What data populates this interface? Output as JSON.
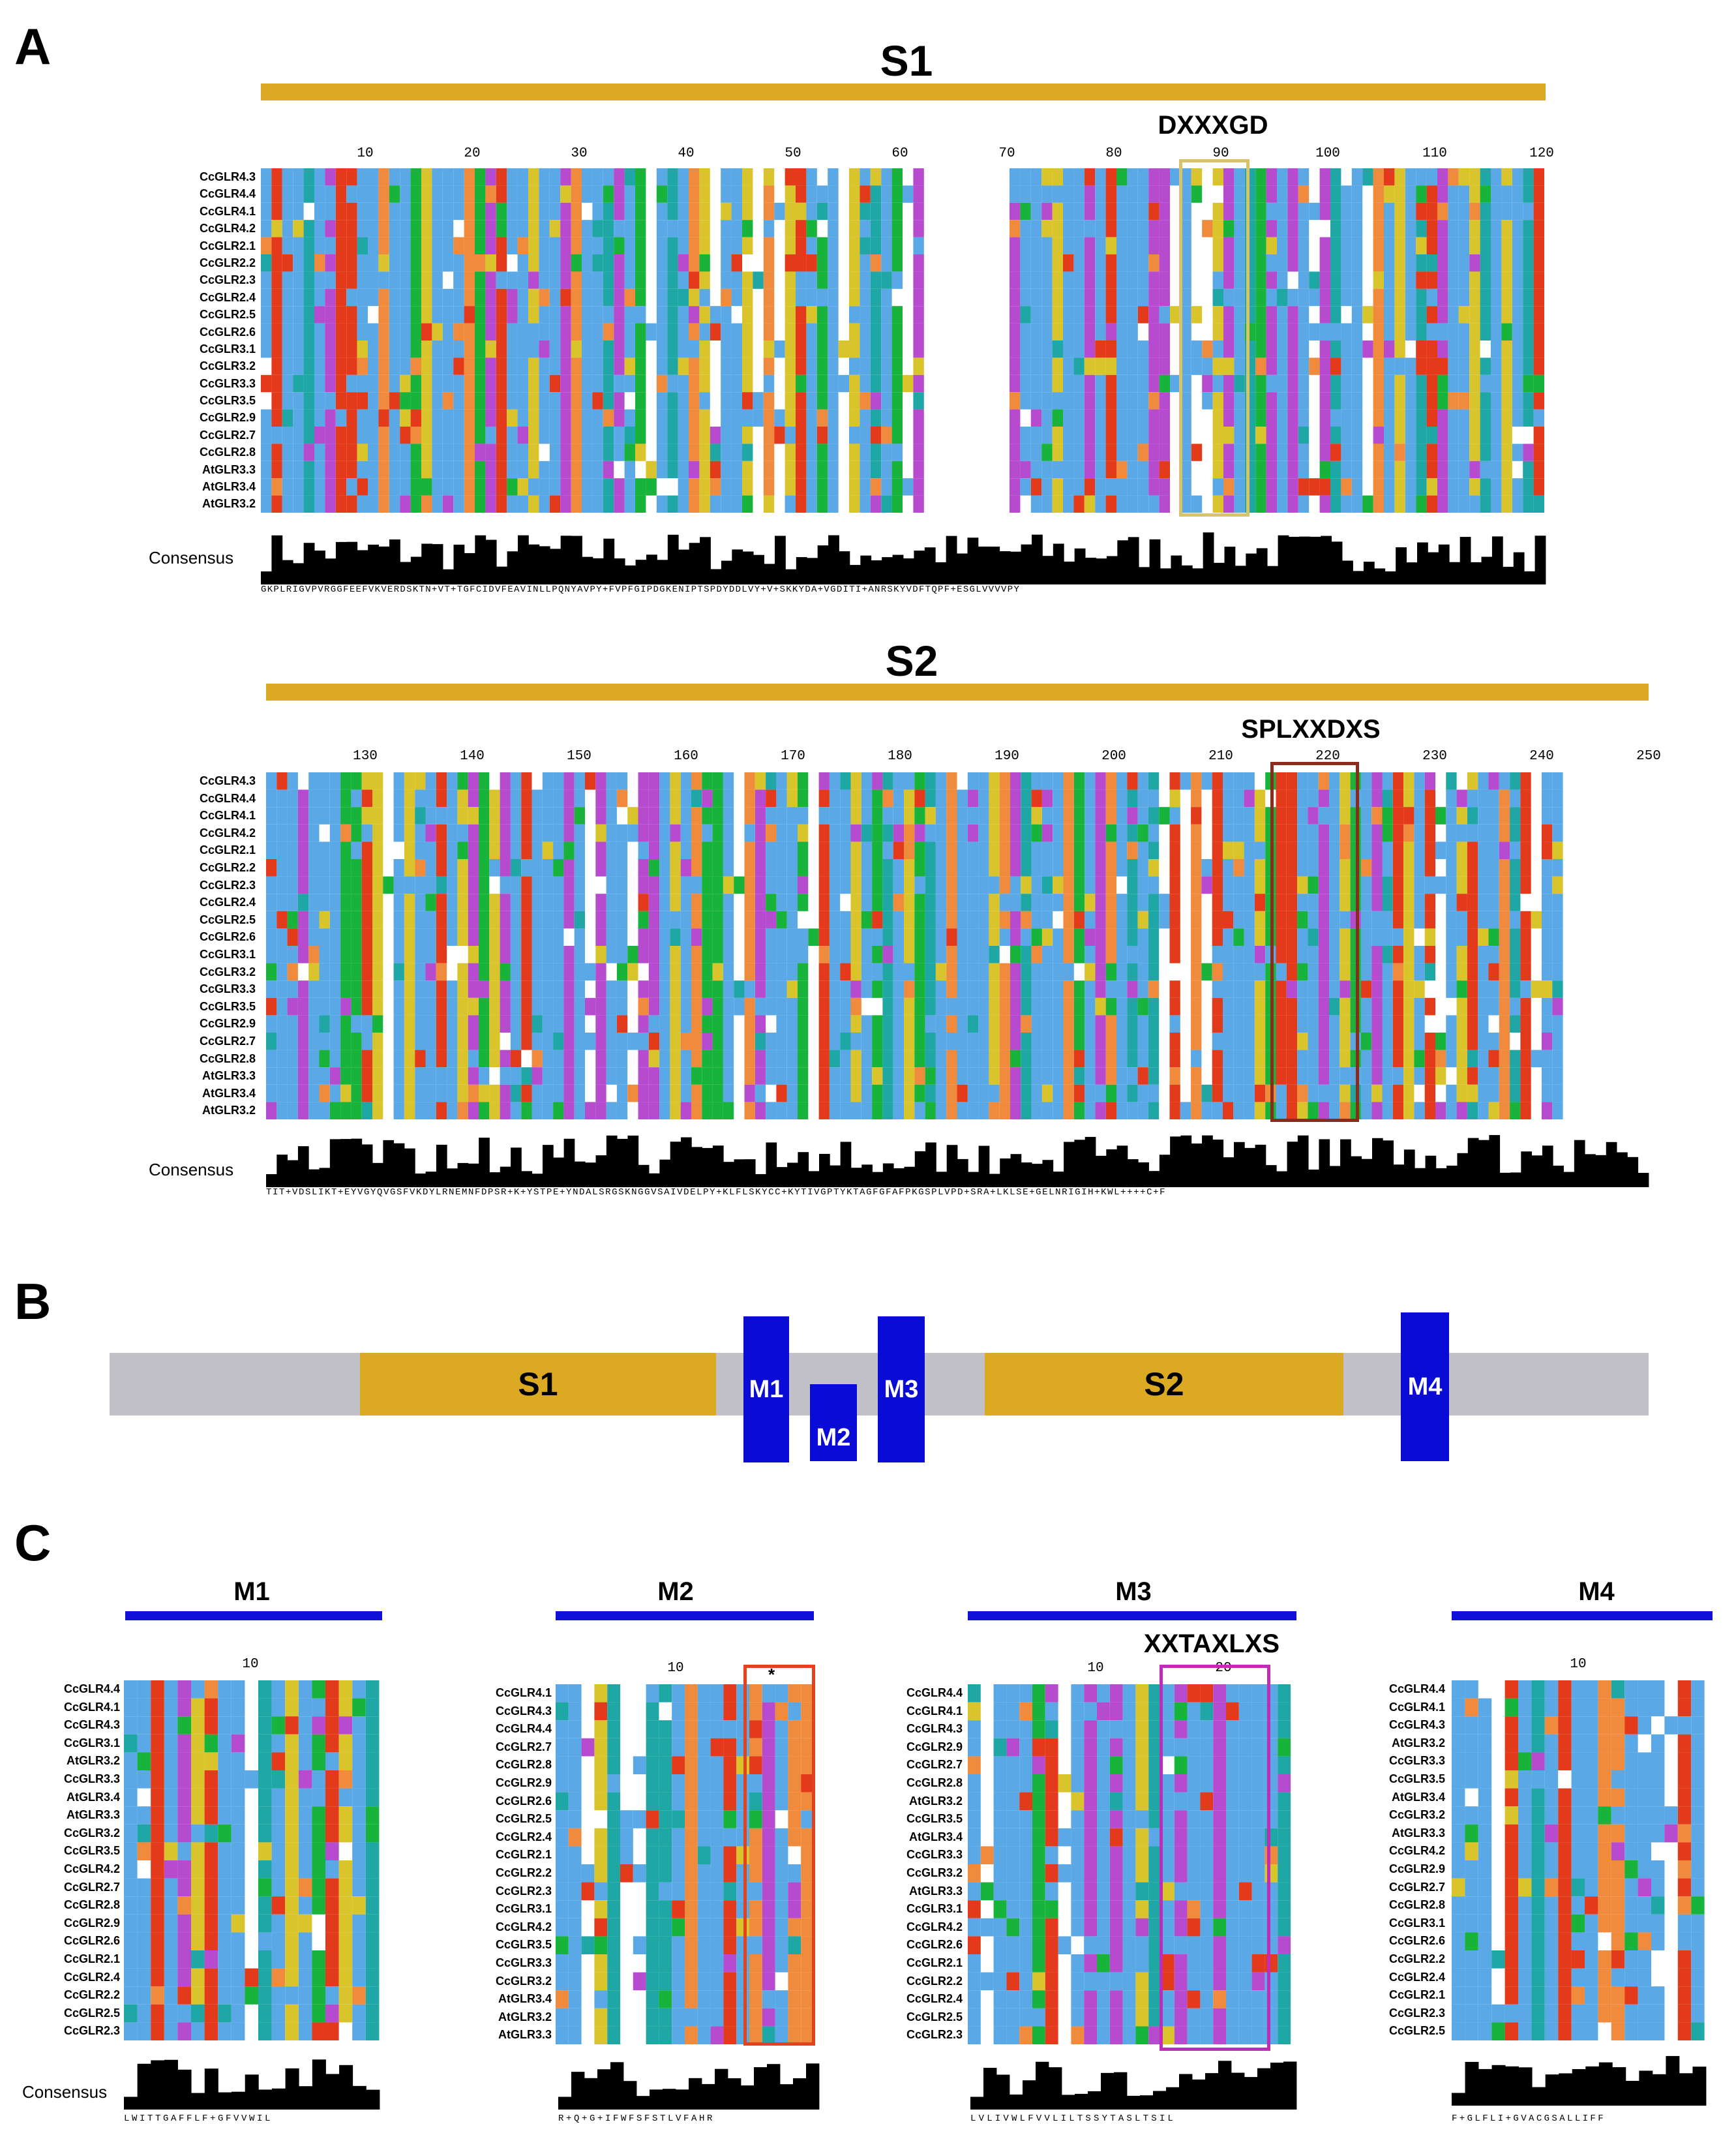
{
  "panels": {
    "a": "A",
    "b": "B",
    "c": "C"
  },
  "colors": {
    "gold": "#dbaa22",
    "blue_tm": "#0b0bd6",
    "gray_bar": "#c0c0c6",
    "motif_box_s1": "#d6c36a",
    "motif_box_s2": "#8b2b1b",
    "motif_box_m2": "#e2431c",
    "motif_box_m3": "#c02cb8",
    "residue_hydrophobic": "#5aa9e6",
    "residue_positive": "#e33a1b",
    "residue_negative": "#b64bd0",
    "residue_polar": "#17b33a",
    "residue_gly": "#f08a3c",
    "residue_pro": "#d9c52b",
    "residue_aromatic": "#1fa7a6"
  },
  "S1": {
    "title": "S1",
    "motif": "DXXXGD",
    "ruler": [
      "10",
      "20",
      "30",
      "40",
      "50",
      "60",
      "70",
      "80",
      "90",
      "100",
      "110",
      "120"
    ],
    "names": [
      "CcGLR4.3",
      "CcGLR4.4",
      "CcGLR4.1",
      "CcGLR4.2",
      "CcGLR2.1",
      "CcGLR2.2",
      "CcGLR2.3",
      "CcGLR2.4",
      "CcGLR2.5",
      "CcGLR2.6",
      "CcGLR3.1",
      "CcGLR3.2",
      "CcGLR3.3",
      "CcGLR3.5",
      "CcGLR2.9",
      "CcGLR2.7",
      "CcGLR2.8",
      "AtGLR3.3",
      "AtGLR3.4",
      "AtGLR3.2"
    ],
    "consensus_label": "Consensus",
    "consensus": "GKPLRIGVPVRGGFEEFVKVERDSKTN+VT+TGFCIDVFEAVINLLPQNYAVPY+FVPFGIPDGKENIPTSPDYDDLVY+V+SKKYDA+VGDITI+ANRSKYVDFTQPF+ESGLVVVVPY"
  },
  "S2": {
    "title": "S2",
    "motif": "SPLXXDXS",
    "ruler": [
      "130",
      "140",
      "150",
      "160",
      "170",
      "180",
      "190",
      "200",
      "210",
      "220",
      "230",
      "240",
      "250"
    ],
    "names": [
      "CcGLR4.3",
      "CcGLR4.4",
      "CcGLR4.1",
      "CcGLR4.2",
      "CcGLR2.1",
      "CcGLR2.2",
      "CcGLR2.3",
      "CcGLR2.4",
      "CcGLR2.5",
      "CcGLR2.6",
      "CcGLR3.1",
      "CcGLR3.2",
      "CcGLR3.3",
      "CcGLR3.5",
      "CcGLR2.9",
      "CcGLR2.7",
      "CcGLR2.8",
      "AtGLR3.3",
      "AtGLR3.4",
      "AtGLR3.2"
    ],
    "consensus_label": "Consensus",
    "consensus": "TIT+VDSLIKT+EYVGYQVGSFVKDYLRNEMNFDPSR+K+YSTPE+YNDALSRGSKNGGVSAIVDELPY+KLFLSKYCC+KYTIVGPTYKTAGFGFAFPKGSPLVPD+SRA+LKLSE+GELNRIGIH+KWL++++C+F"
  },
  "B": {
    "domains": [
      {
        "label": "S1"
      },
      {
        "label": "M1"
      },
      {
        "label": "M2"
      },
      {
        "label": "M3"
      },
      {
        "label": "S2"
      },
      {
        "label": "M4"
      }
    ]
  },
  "C": {
    "M1": {
      "title": "M1",
      "ruler": [
        "10"
      ],
      "names": [
        "CcGLR4.4",
        "CcGLR4.1",
        "CcGLR4.3",
        "CcGLR3.1",
        "AtGLR3.2",
        "CcGLR3.3",
        "AtGLR3.4",
        "AtGLR3.3",
        "CcGLR3.2",
        "CcGLR3.5",
        "CcGLR4.2",
        "CcGLR2.7",
        "CcGLR2.8",
        "CcGLR2.9",
        "CcGLR2.6",
        "CcGLR2.1",
        "CcGLR2.4",
        "CcGLR2.2",
        "CcGLR2.5",
        "CcGLR2.3"
      ],
      "consensus_label": "Consensus",
      "consensus": "LWITTGAFFLF+GFVVWIL"
    },
    "M2": {
      "title": "M2",
      "ruler": [
        "10"
      ],
      "names": [
        "CcGLR4.1",
        "CcGLR4.3",
        "CcGLR4.4",
        "CcGLR2.7",
        "CcGLR2.8",
        "CcGLR2.9",
        "CcGLR2.6",
        "CcGLR2.5",
        "CcGLR2.4",
        "CcGLR2.1",
        "CcGLR2.2",
        "CcGLR2.3",
        "CcGLR3.1",
        "CcGLR4.2",
        "CcGLR3.5",
        "CcGLR3.3",
        "CcGLR3.2",
        "AtGLR3.4",
        "AtGLR3.2",
        "AtGLR3.3"
      ],
      "star": "*",
      "consensus": "R+Q+G+IFWFSFSTLVFAHR"
    },
    "M3": {
      "title": "M3",
      "motif": "XXTAXLXS",
      "ruler": [
        "10",
        "20"
      ],
      "names": [
        "CcGLR4.4",
        "CcGLR4.1",
        "CcGLR4.3",
        "CcGLR2.9",
        "CcGLR2.7",
        "CcGLR2.8",
        "AtGLR3.2",
        "CcGLR3.5",
        "AtGLR3.4",
        "CcGLR3.3",
        "CcGLR3.2",
        "AtGLR3.3",
        "CcGLR3.1",
        "CcGLR4.2",
        "CcGLR2.6",
        "CcGLR2.1",
        "CcGLR2.2",
        "CcGLR2.4",
        "CcGLR2.5",
        "CcGLR2.3"
      ],
      "consensus": "LVLIVWLFVVLILTSSYTASLTSIL"
    },
    "M4": {
      "title": "M4",
      "ruler": [
        "10"
      ],
      "names": [
        "CcGLR4.4",
        "CcGLR4.1",
        "CcGLR4.3",
        "AtGLR3.2",
        "CcGLR3.3",
        "CcGLR3.5",
        "AtGLR3.4",
        "CcGLR3.2",
        "AtGLR3.3",
        "CcGLR4.2",
        "CcGLR2.9",
        "CcGLR2.7",
        "CcGLR2.8",
        "CcGLR3.1",
        "CcGLR2.6",
        "CcGLR2.2",
        "CcGLR2.4",
        "CcGLR2.1",
        "CcGLR2.3",
        "CcGLR2.5"
      ],
      "consensus": "F+GLFLI+GVACGSALLIFF"
    }
  }
}
